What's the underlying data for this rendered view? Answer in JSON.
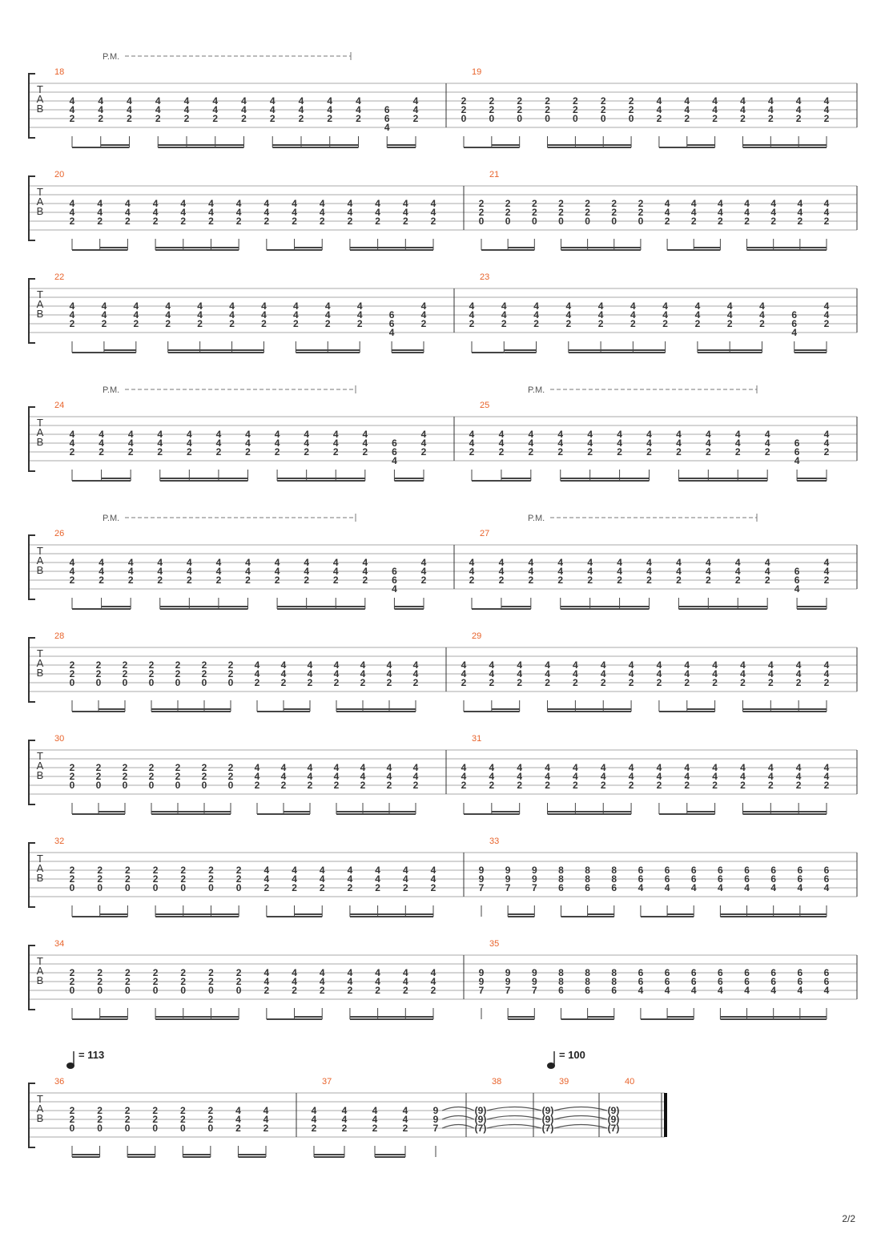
{
  "page_number": "2/2",
  "palm_mute_label": "P.M.",
  "tab_letters": [
    "T",
    "A",
    "B"
  ],
  "chords": {
    "a": [
      "4",
      "4",
      "2"
    ],
    "b": [
      "2",
      "2",
      "0"
    ],
    "c": [
      "6",
      "6",
      "4"
    ],
    "d": [
      "9",
      "9",
      "7"
    ],
    "e": [
      "8",
      "8",
      "6"
    ],
    "f": [
      "6",
      "6",
      "4"
    ],
    "t": [
      "(9)",
      "(9)",
      "(7)"
    ]
  },
  "systems": [
    {
      "bars": [
        {
          "number": "18",
          "pm": true,
          "chords": "aaaaaaaaaaaca",
          "groups": [
            [
              0
            ],
            [
              1,
              2
            ],
            [
              3,
              4,
              5,
              6
            ],
            [
              7,
              8,
              9,
              10
            ],
            [
              11,
              12
            ]
          ]
        },
        {
          "number": "19",
          "chords": "bbbbbbbaaaaaaa",
          "groups": [
            [
              0
            ],
            [
              1,
              2
            ],
            [
              3,
              4,
              5,
              6
            ],
            [
              7
            ],
            [
              8,
              9
            ],
            [
              10,
              11,
              12,
              13
            ]
          ]
        }
      ]
    },
    {
      "bars": [
        {
          "number": "20",
          "chords": "aaaaaaaaaaaaaa",
          "groups": [
            [
              0
            ],
            [
              1,
              2
            ],
            [
              3,
              4,
              5,
              6
            ],
            [
              7
            ],
            [
              8,
              9
            ],
            [
              10,
              11,
              12,
              13
            ]
          ]
        },
        {
          "number": "21",
          "chords": "bbbbbbbaaaaaaa",
          "groups": [
            [
              0
            ],
            [
              1,
              2
            ],
            [
              3,
              4,
              5,
              6
            ],
            [
              7
            ],
            [
              8,
              9
            ],
            [
              10,
              11,
              12,
              13
            ]
          ]
        }
      ]
    },
    {
      "bars": [
        {
          "number": "22",
          "chords": "aaaaaaaaaaca",
          "groups": [
            [
              0
            ],
            [
              1,
              2
            ],
            [
              3,
              4,
              5,
              6
            ],
            [
              7,
              8,
              9
            ],
            [
              10,
              11
            ]
          ]
        },
        {
          "number": "23",
          "chords": "aaaaaaaaaaca",
          "groups": [
            [
              0
            ],
            [
              1,
              2
            ],
            [
              3,
              4,
              5,
              6
            ],
            [
              7,
              8,
              9
            ],
            [
              10,
              11
            ]
          ]
        }
      ]
    },
    {
      "bars": [
        {
          "number": "24",
          "pm": true,
          "chords": "aaaaaaaaaaaca",
          "groups": [
            [
              0
            ],
            [
              1,
              2
            ],
            [
              3,
              4,
              5,
              6
            ],
            [
              7,
              8,
              9,
              10
            ],
            [
              11,
              12
            ]
          ]
        },
        {
          "number": "25",
          "pm": true,
          "chords": "aaaaaaaaaaaca",
          "groups": [
            [
              0
            ],
            [
              1,
              2
            ],
            [
              3,
              4,
              5,
              6
            ],
            [
              7,
              8,
              9,
              10
            ],
            [
              11,
              12
            ]
          ]
        }
      ]
    },
    {
      "bars": [
        {
          "number": "26",
          "pm": true,
          "chords": "aaaaaaaaaaaca",
          "groups": [
            [
              0
            ],
            [
              1,
              2
            ],
            [
              3,
              4,
              5,
              6
            ],
            [
              7,
              8,
              9,
              10
            ],
            [
              11,
              12
            ]
          ]
        },
        {
          "number": "27",
          "pm": true,
          "chords": "aaaaaaaaaaaca",
          "groups": [
            [
              0
            ],
            [
              1,
              2
            ],
            [
              3,
              4,
              5,
              6
            ],
            [
              7,
              8,
              9,
              10
            ],
            [
              11,
              12
            ]
          ]
        }
      ]
    },
    {
      "bars": [
        {
          "number": "28",
          "chords": "bbbbbbbaaaaaaa",
          "groups": [
            [
              0
            ],
            [
              1,
              2
            ],
            [
              3,
              4,
              5,
              6
            ],
            [
              7
            ],
            [
              8,
              9
            ],
            [
              10,
              11,
              12,
              13
            ]
          ]
        },
        {
          "number": "29",
          "chords": "aaaaaaaaaaaaaa",
          "groups": [
            [
              0
            ],
            [
              1,
              2
            ],
            [
              3,
              4,
              5,
              6
            ],
            [
              7
            ],
            [
              8,
              9
            ],
            [
              10,
              11,
              12,
              13
            ]
          ]
        }
      ]
    },
    {
      "bars": [
        {
          "number": "30",
          "chords": "bbbbbbbaaaaaaa",
          "groups": [
            [
              0
            ],
            [
              1,
              2
            ],
            [
              3,
              4,
              5,
              6
            ],
            [
              7
            ],
            [
              8,
              9
            ],
            [
              10,
              11,
              12,
              13
            ]
          ]
        },
        {
          "number": "31",
          "chords": "aaaaaaaaaaaaaa",
          "groups": [
            [
              0
            ],
            [
              1,
              2
            ],
            [
              3,
              4,
              5,
              6
            ],
            [
              7
            ],
            [
              8,
              9
            ],
            [
              10,
              11,
              12,
              13
            ]
          ]
        }
      ]
    },
    {
      "bars": [
        {
          "number": "32",
          "chords": "bbbbbbbaaaaaaa",
          "groups": [
            [
              0
            ],
            [
              1,
              2
            ],
            [
              3,
              4,
              5,
              6
            ],
            [
              7
            ],
            [
              8,
              9
            ],
            [
              10,
              11,
              12,
              13
            ]
          ]
        },
        {
          "number": "33",
          "chords": "dddeeeffffffff",
          "groups": [
            [
              0
            ],
            [
              1,
              2
            ],
            [
              3
            ],
            [
              4,
              5
            ],
            [
              6
            ],
            [
              7,
              8
            ],
            [
              9,
              10,
              11,
              12,
              13
            ]
          ]
        }
      ]
    },
    {
      "bars": [
        {
          "number": "34",
          "chords": "bbbbbbbaaaaaaa",
          "groups": [
            [
              0
            ],
            [
              1,
              2
            ],
            [
              3,
              4,
              5,
              6
            ],
            [
              7
            ],
            [
              8,
              9
            ],
            [
              10,
              11,
              12,
              13
            ]
          ]
        },
        {
          "number": "35",
          "chords": "dddeeeffffffff",
          "groups": [
            [
              0
            ],
            [
              1,
              2
            ],
            [
              3
            ],
            [
              4,
              5
            ],
            [
              6
            ],
            [
              7,
              8
            ],
            [
              9,
              10,
              11,
              12,
              13
            ]
          ]
        }
      ]
    },
    {
      "bars": [
        {
          "number": "36",
          "chords": "bbbbbbaa",
          "groups": [
            [
              0,
              1
            ],
            [
              2,
              3
            ],
            [
              4,
              5
            ],
            [
              6,
              7
            ]
          ]
        },
        {
          "number": "37",
          "chords": "aaaad",
          "groups": [
            [
              0,
              1
            ],
            [
              2,
              3
            ],
            [
              4
            ]
          ],
          "ties": true
        },
        {
          "number": "38",
          "chords": "t",
          "groups": [],
          "ties": true
        },
        {
          "number": "39",
          "chords": "t",
          "groups": [],
          "ties": true
        },
        {
          "number": "40",
          "chords": "t",
          "groups": [],
          "final": true
        }
      ]
    }
  ],
  "tempo_marks": [
    {
      "value": "= 113"
    },
    {
      "value": "= 100"
    }
  ]
}
